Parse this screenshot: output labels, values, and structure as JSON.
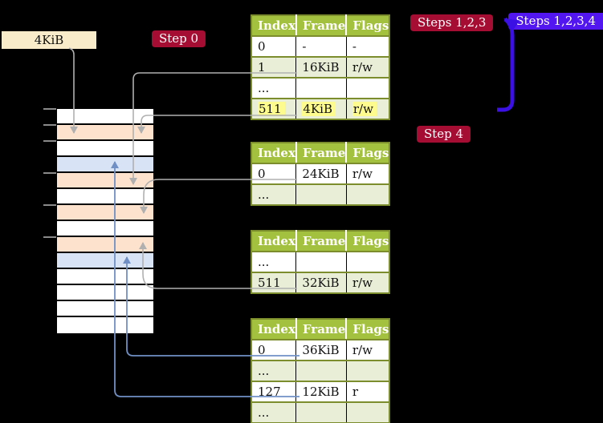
{
  "page_size_label": "4KiB",
  "badges": {
    "step0": "Step 0",
    "steps_123": "Steps 1,2,3",
    "steps_1234": "Steps 1,2,3,4",
    "step4": "Step 4"
  },
  "page_tables": [
    {
      "headers": [
        "Index",
        "Frame",
        "Flags"
      ],
      "rows": [
        {
          "index": "0",
          "frame": "-",
          "flags": "-"
        },
        {
          "index": "1",
          "frame": "16KiB",
          "flags": "r/w"
        },
        {
          "index": "...",
          "frame": "",
          "flags": ""
        },
        {
          "index": "511",
          "frame": "4KiB",
          "flags": "r/w",
          "highlighted": true
        }
      ]
    },
    {
      "headers": [
        "Index",
        "Frame",
        "Flags"
      ],
      "rows": [
        {
          "index": "0",
          "frame": "24KiB",
          "flags": "r/w"
        },
        {
          "index": "...",
          "frame": "",
          "flags": ""
        }
      ]
    },
    {
      "headers": [
        "Index",
        "Frame",
        "Flags"
      ],
      "rows": [
        {
          "index": "...",
          "frame": "",
          "flags": ""
        },
        {
          "index": "511",
          "frame": "32KiB",
          "flags": "r/w"
        }
      ]
    },
    {
      "headers": [
        "Index",
        "Frame",
        "Flags"
      ],
      "rows": [
        {
          "index": "0",
          "frame": "36KiB",
          "flags": "r/w"
        },
        {
          "index": "...",
          "frame": "",
          "flags": ""
        },
        {
          "index": "127",
          "frame": "12KiB",
          "flags": "r"
        },
        {
          "index": "...",
          "frame": "",
          "flags": ""
        }
      ]
    }
  ],
  "memory_rows": [
    {
      "color": "white"
    },
    {
      "color": "orange"
    },
    {
      "color": "white"
    },
    {
      "color": "blue"
    },
    {
      "color": "orange"
    },
    {
      "color": "white"
    },
    {
      "color": "orange"
    },
    {
      "color": "white"
    },
    {
      "color": "orange"
    },
    {
      "color": "blue"
    },
    {
      "color": "white"
    },
    {
      "color": "white"
    },
    {
      "color": "white"
    },
    {
      "color": "white"
    }
  ],
  "arrows": [
    {
      "from": "page-size-label-4KiB",
      "to": "memory-frame-2",
      "color": "gray"
    },
    {
      "from": "table-1-row-1-frame-16KiB",
      "to": "memory-frame-5",
      "color": "gray"
    },
    {
      "from": "table-1-row-511-frame-4KiB",
      "to": "memory-frame-2",
      "color": "gray"
    },
    {
      "from": "table-2-row-0-frame-24KiB",
      "to": "memory-frame-7",
      "color": "gray"
    },
    {
      "from": "table-3-row-511-frame-32KiB",
      "to": "memory-frame-9",
      "color": "gray"
    },
    {
      "from": "table-4-row-0-frame-36KiB",
      "to": "memory-frame-10",
      "color": "steel-blue"
    },
    {
      "from": "table-4-row-127-frame-12KiB",
      "to": "memory-frame-4",
      "color": "steel-blue"
    },
    {
      "from": "step-4-region",
      "to": "steps-123-region",
      "color": "violet-blue",
      "style": "thick"
    }
  ],
  "colors": {
    "table_header_green": "#a3c13f",
    "table_border_olive": "#7c8d2e",
    "table_row_alt_green": "#e9efd7",
    "highlight_yellow": "#fdfb8e",
    "badge_red": "#a60d33",
    "badge_blue_violet": "#5217f0",
    "thick_arrow_blue": "#3b10e4",
    "line_gray": "#b0b0b0",
    "line_steel_blue": "#7090c5",
    "memory_orange": "#fde3cd",
    "memory_blue": "#d8e4f5",
    "label_cream": "#f8ecca"
  }
}
